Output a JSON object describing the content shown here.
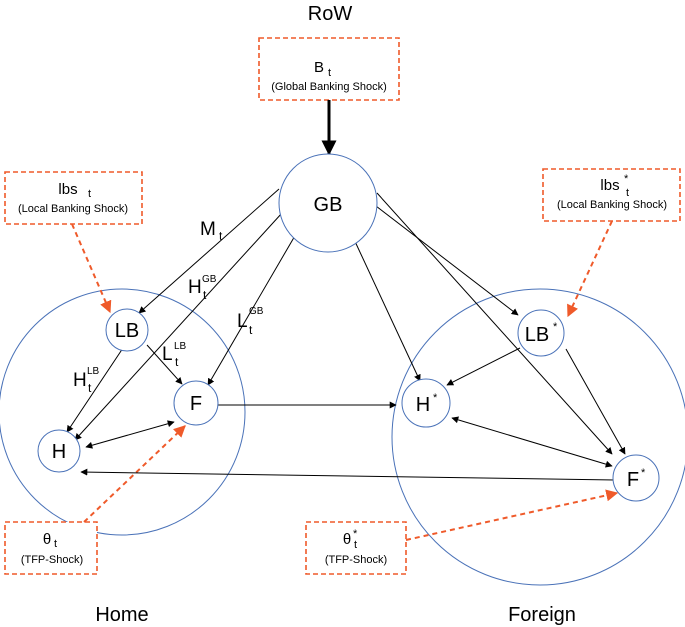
{
  "regions": {
    "row": "RoW",
    "home": "Home",
    "foreign": "Foreign"
  },
  "nodes": {
    "gb": "GB",
    "lb": "LB",
    "f": "F",
    "h": "H",
    "lb_star": "LB",
    "h_star": "H",
    "f_star": "F",
    "star": "*"
  },
  "shocks": {
    "global": {
      "symbol": "B",
      "sub": "t",
      "label": "(Global Banking Shock)"
    },
    "local": {
      "symbol": "lbs",
      "sub": "t",
      "label": "(Local Banking Shock)"
    },
    "local_star": {
      "symbol": "lbs",
      "sup": "*",
      "sub": "t",
      "label": "(Local Banking Shock)"
    },
    "tfp": {
      "symbol": "θ",
      "sub": "t",
      "label": "(TFP-Shock)"
    },
    "tfp_star": {
      "symbol": "θ",
      "sup": "*",
      "sub": "t",
      "label": "(TFP-Shock)"
    }
  },
  "edge_labels": {
    "m": {
      "symbol": "M",
      "sub": "t"
    },
    "h_gb": {
      "symbol": "H",
      "sup": "GB",
      "sub": "t"
    },
    "l_gb": {
      "symbol": "L",
      "sup": "GB",
      "sub": "t"
    },
    "h_lb": {
      "symbol": "H",
      "sup": "LB",
      "sub": "t"
    },
    "l_lb": {
      "symbol": "L",
      "sup": "LB",
      "sub": "t"
    }
  },
  "colors": {
    "circle_stroke": "#4a72b8",
    "shock_red": "#ef5a2a",
    "arrow_black": "#000000"
  }
}
